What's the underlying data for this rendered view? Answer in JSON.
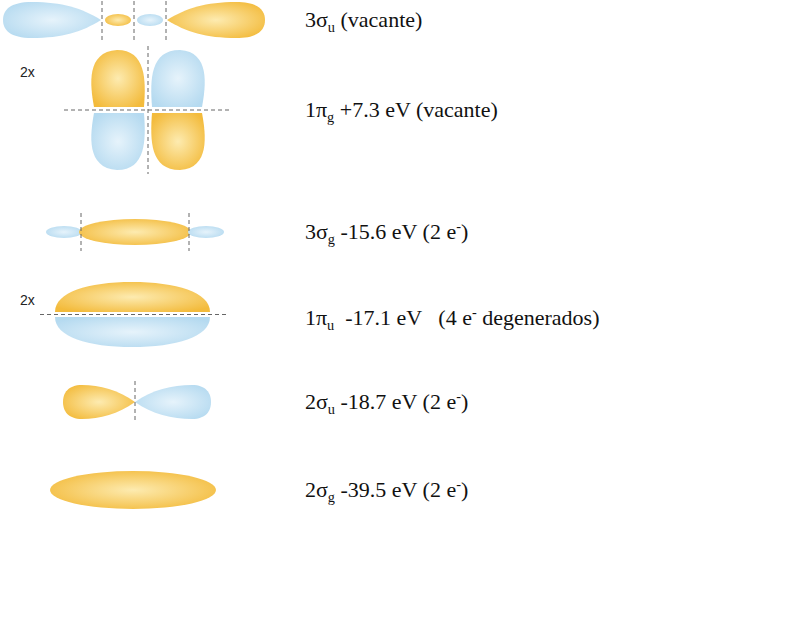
{
  "diagram": {
    "labels": [
      "3σu (vacante)",
      "2x",
      "1πg +7.3 eV (vacante)",
      "3σg -15.6 eV (2 e-)",
      "2x",
      "1πu  -17.1 eV   (4 e- degenerados)",
      "2σu -18.7 eV (2 e-)",
      "2σg -39.5 eV (2 e-)"
    ]
  }
}
